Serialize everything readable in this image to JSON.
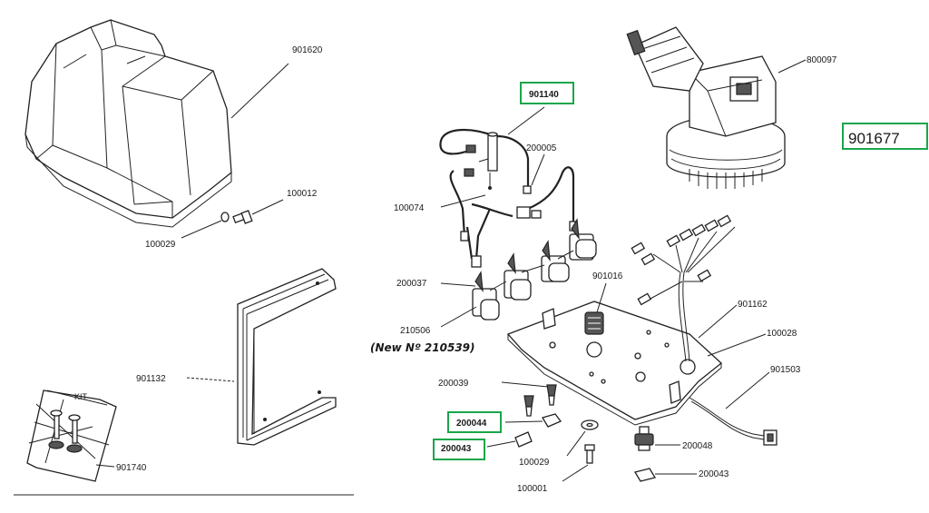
{
  "diagram": {
    "labels": {
      "p901620": "901620",
      "p100012": "100012",
      "p100029_left": "100029",
      "p901132": "901132",
      "p901740": "901740",
      "p901140": "901140",
      "p200005": "200005",
      "p100074": "100074",
      "p200037": "200037",
      "p210506": "210506",
      "p901016": "901016",
      "p200039": "200039",
      "p200044": "200044",
      "p200043_left": "200043",
      "p100029_center": "100029",
      "p100001": "100001",
      "p800097": "800097",
      "p901677": "901677",
      "p901162": "901162",
      "p100028": "100028",
      "p901503": "901503",
      "p200048": "200048",
      "p200043_right": "200043"
    },
    "note": "(New Nº 210539)",
    "highlight_color": "#1aa64a",
    "line_color": "#222222"
  }
}
